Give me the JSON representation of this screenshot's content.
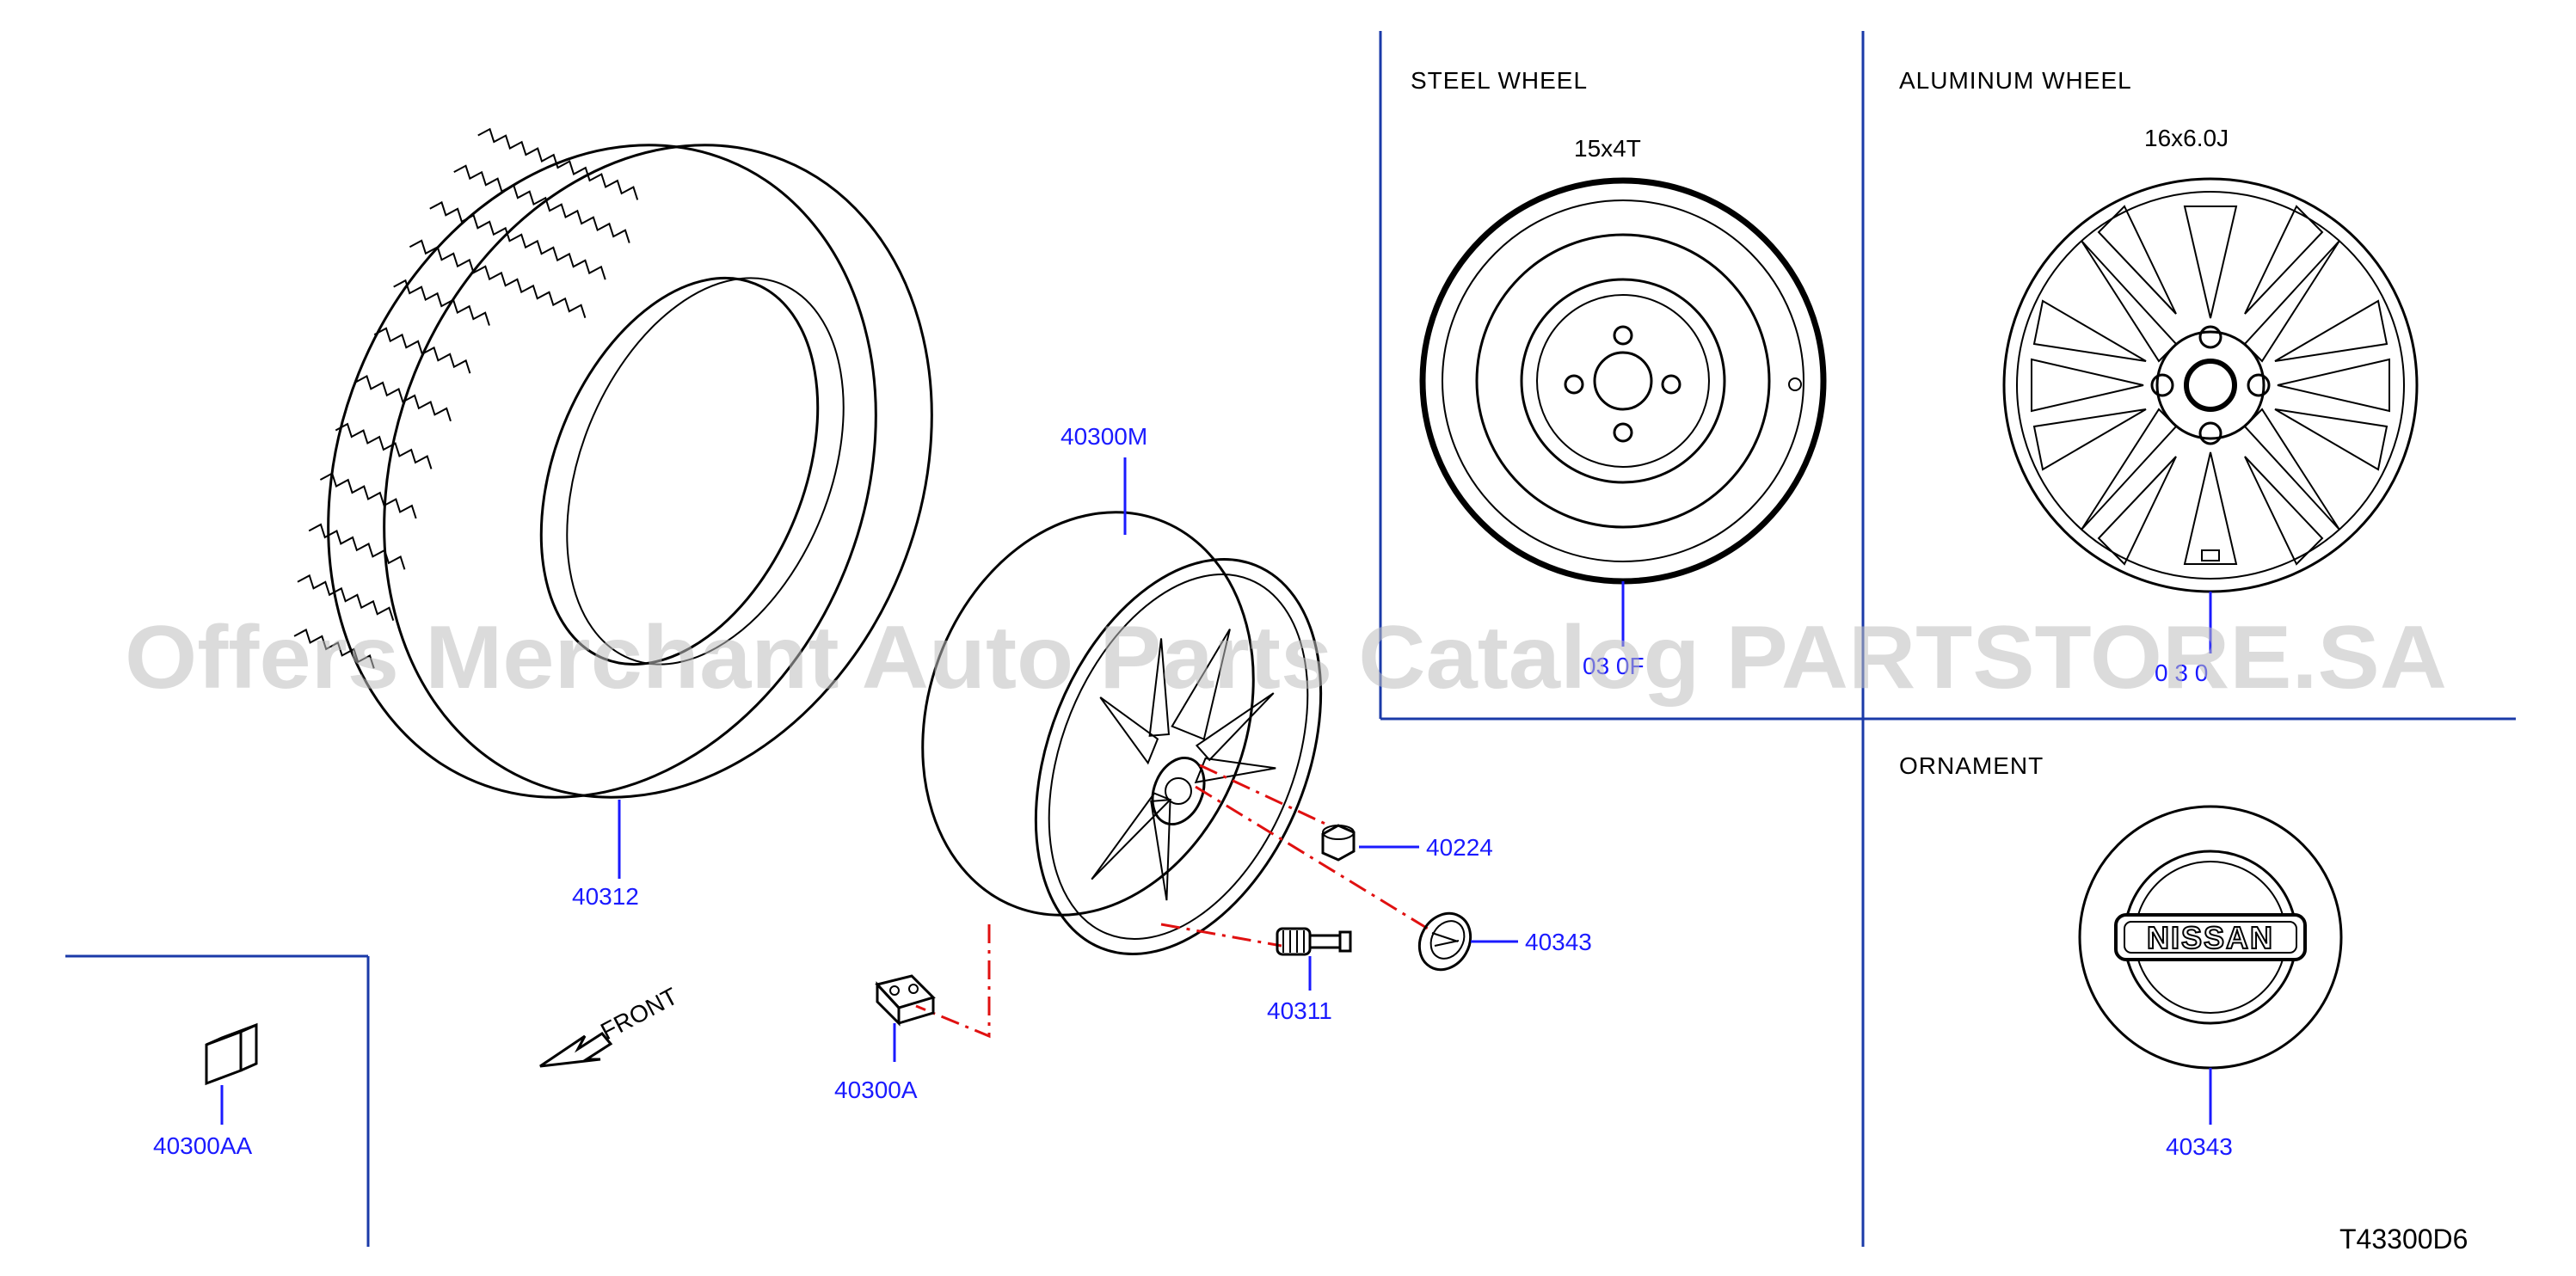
{
  "sections": {
    "steel_wheel": "STEEL   WHEEL",
    "aluminum_wheel": "ALUMINUM   WHEEL",
    "ornament": "ORNAMENT"
  },
  "specs": {
    "steel_size": "15x4T",
    "aluminum_size": "16x6.0J"
  },
  "parts": {
    "tire": "40312",
    "wheel_assembly": "40300M",
    "wheel_nut": "40224",
    "center_cap": "40343",
    "valve": "40311",
    "sensor": "40300A",
    "sensor_part": "40300AA",
    "steel_wheel": "03 0F",
    "aluminum_wheel": "0 3 0",
    "ornament": "40343"
  },
  "front_label": "FRONT",
  "ornament_brand": "NISSAN",
  "reference_code": "T43300D6",
  "watermark": "Offers Merchant Auto Parts Catalog PARTSTORE.SA"
}
